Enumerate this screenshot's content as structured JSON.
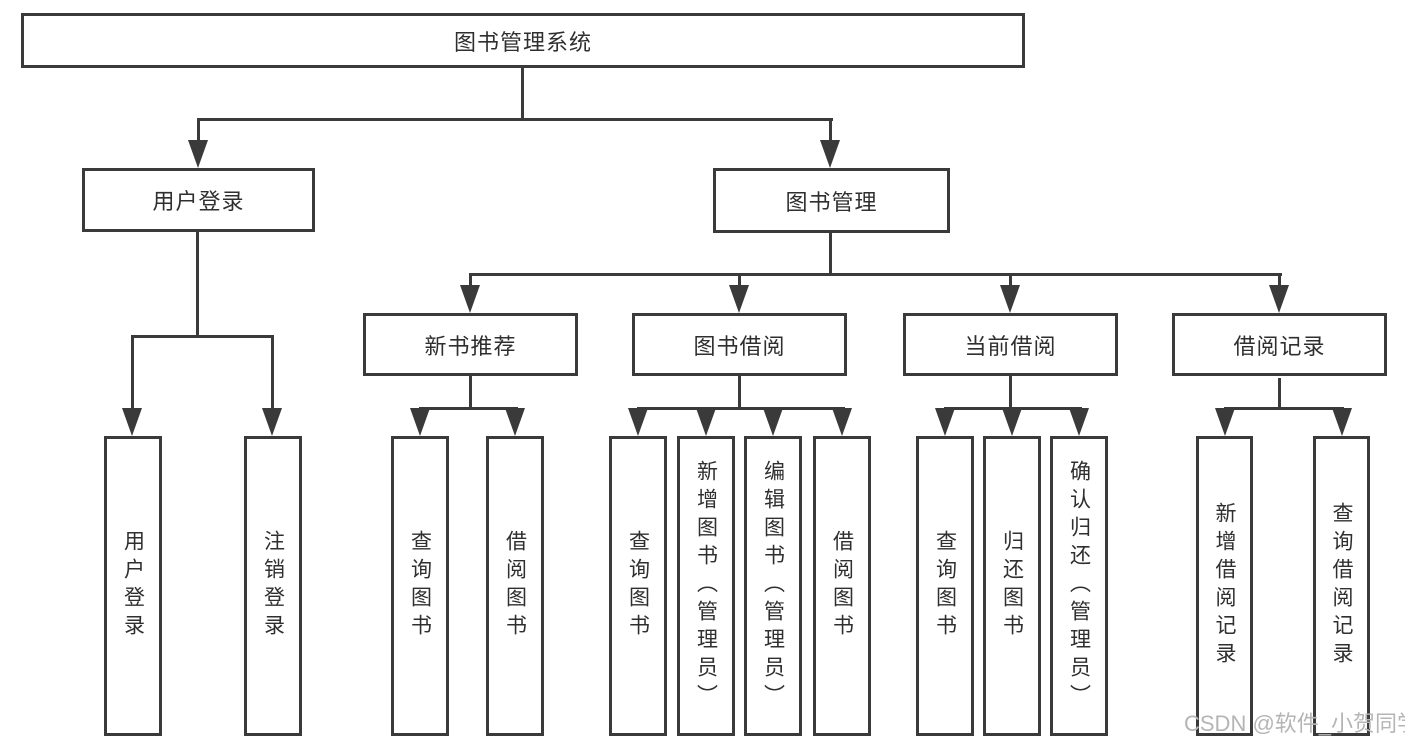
{
  "diagram": {
    "root": {
      "label": "图书管理系统"
    },
    "branches": [
      {
        "label": "用户登录",
        "children": [
          {
            "label": "用户登录"
          },
          {
            "label": "注销登录"
          }
        ]
      },
      {
        "label": "图书管理",
        "children": [
          {
            "label": "新书推荐",
            "children": [
              {
                "label": "查询图书"
              },
              {
                "label": "借阅图书"
              }
            ]
          },
          {
            "label": "图书借阅",
            "children": [
              {
                "label": "查询图书"
              },
              {
                "label": "新增图书（管理员）"
              },
              {
                "label": "编辑图书（管理员）"
              },
              {
                "label": "借阅图书"
              }
            ]
          },
          {
            "label": "当前借阅",
            "children": [
              {
                "label": "查询图书"
              },
              {
                "label": "归还图书"
              },
              {
                "label": "确认归还（管理员）"
              }
            ]
          },
          {
            "label": "借阅记录",
            "children": [
              {
                "label": "新增借阅记录"
              },
              {
                "label": "查询借阅记录"
              }
            ]
          }
        ]
      }
    ]
  },
  "watermark": {
    "text": "CSDN @软件_小贺同学"
  },
  "colors": {
    "line": "#3a3a3a",
    "text": "#2f2f2f",
    "watermark": "#b5b5b5",
    "background": "#ffffff"
  }
}
